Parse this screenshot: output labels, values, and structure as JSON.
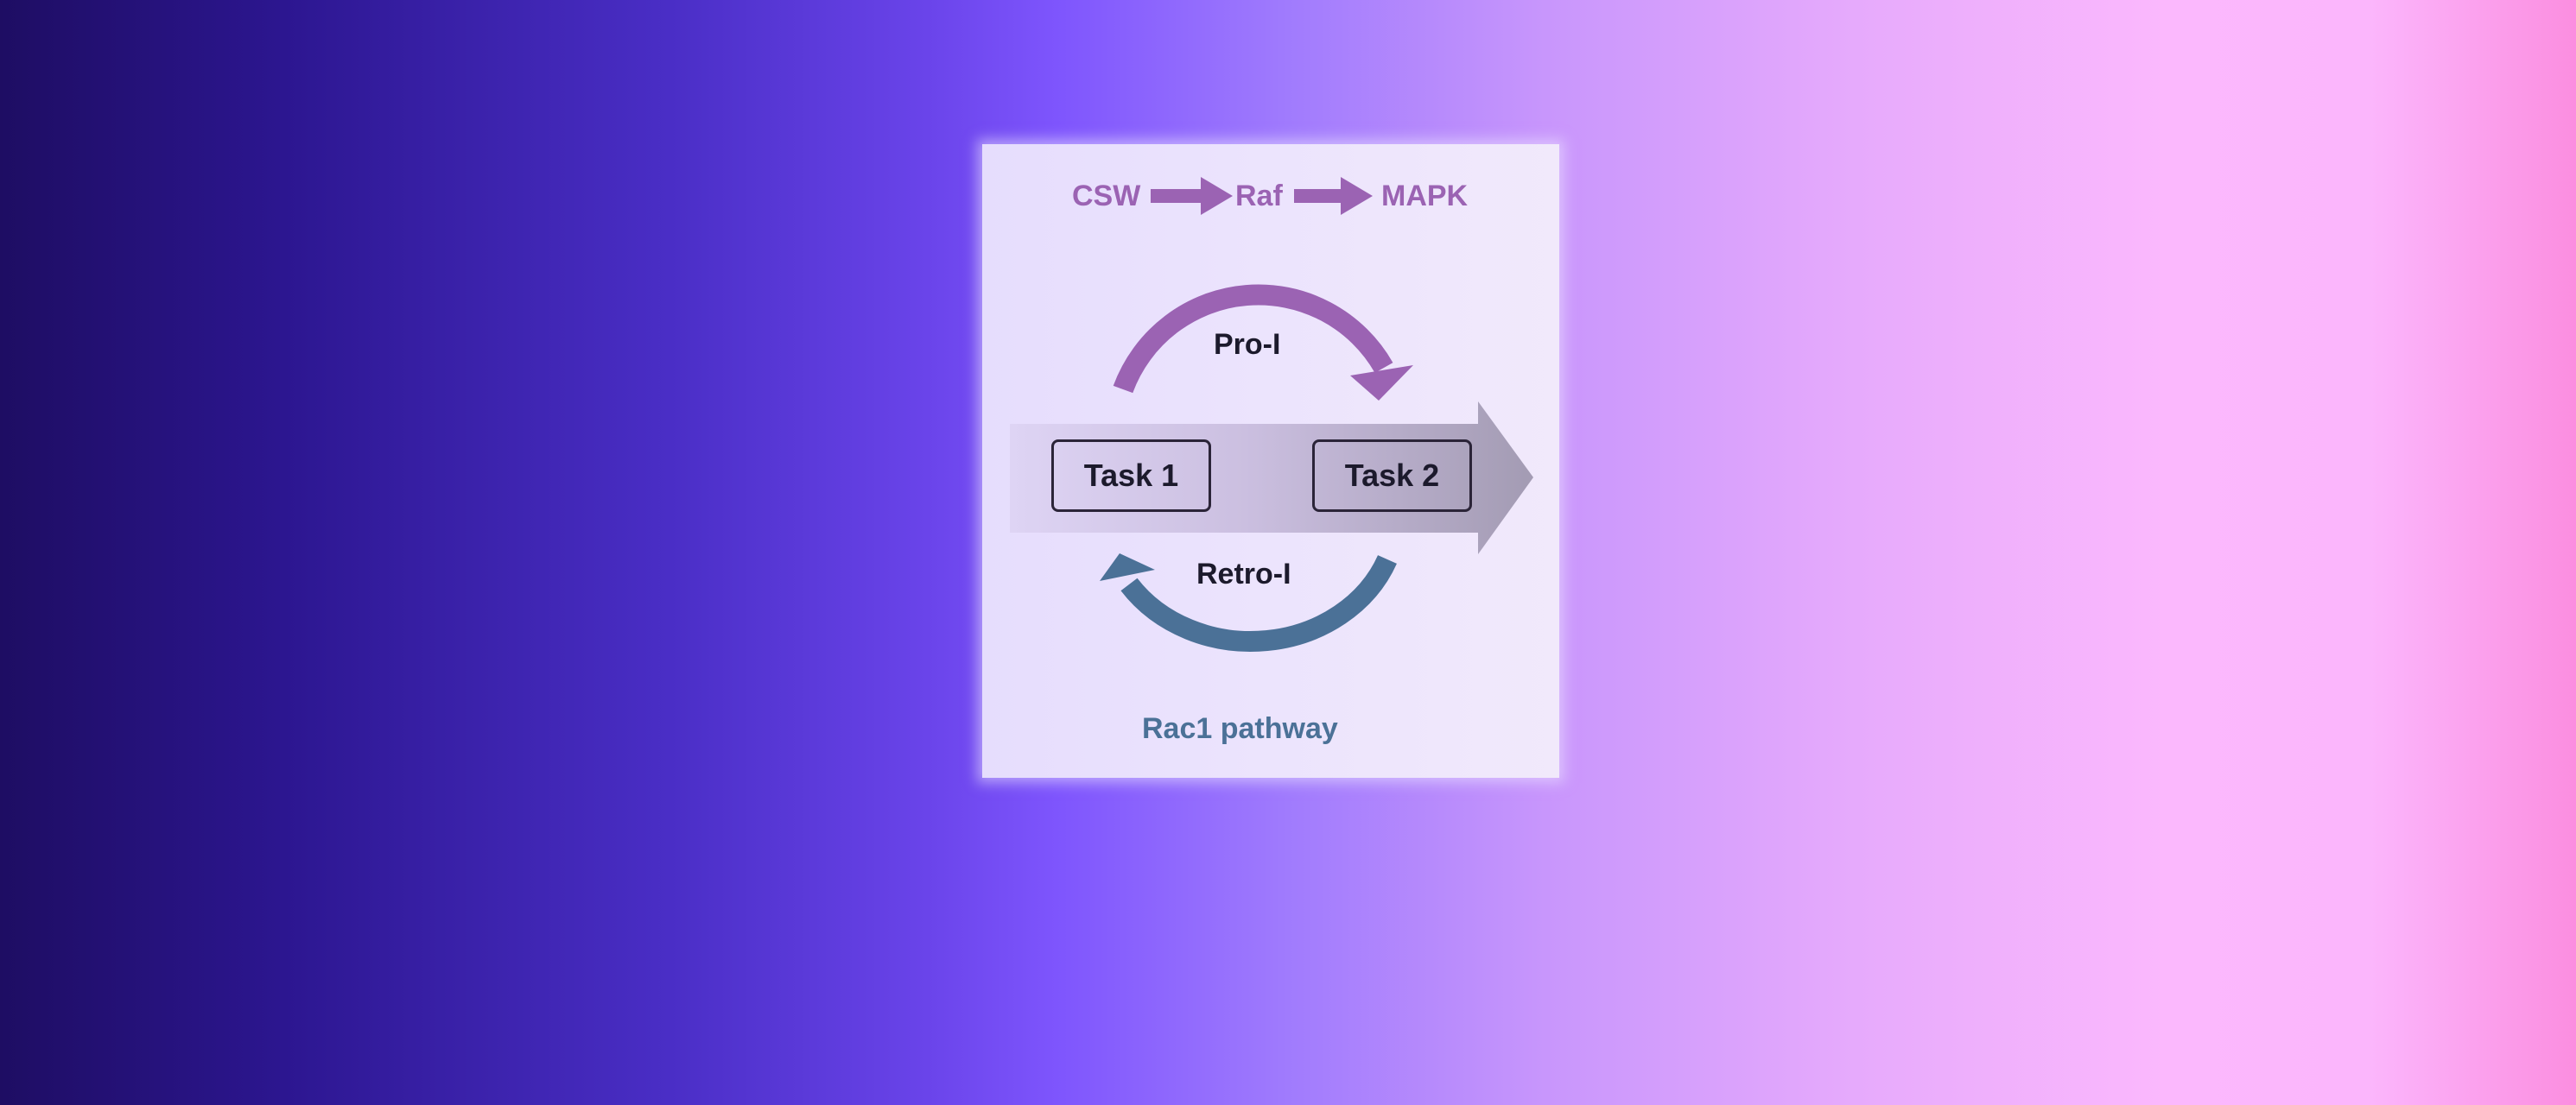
{
  "diagram": {
    "top_chain": {
      "nodes": [
        "CSW",
        "Raf",
        "MAPK"
      ],
      "color": "#9b63b3"
    },
    "tasks": {
      "task1": "Task 1",
      "task2": "Task 2"
    },
    "pro_arc": {
      "label": "Pro-I",
      "color": "#9b63b3"
    },
    "retro_arc": {
      "label": "Retro-I",
      "color": "#4b7197"
    },
    "bottom_label": {
      "text": "Rac1 pathway",
      "color": "#4b7197"
    }
  }
}
